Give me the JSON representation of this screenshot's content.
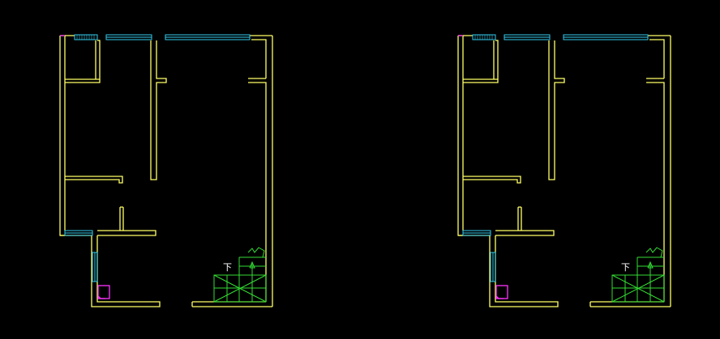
{
  "drawing": {
    "background": "#000000",
    "colors": {
      "wall": "#ffff66",
      "window": "#33ccee",
      "stair": "#33dd33",
      "fixture": "#ff33ff",
      "text": "#ffffff"
    },
    "plans": [
      {
        "id": "plan-left",
        "stair_label": "下"
      },
      {
        "id": "plan-right",
        "stair_label": "下"
      }
    ]
  }
}
